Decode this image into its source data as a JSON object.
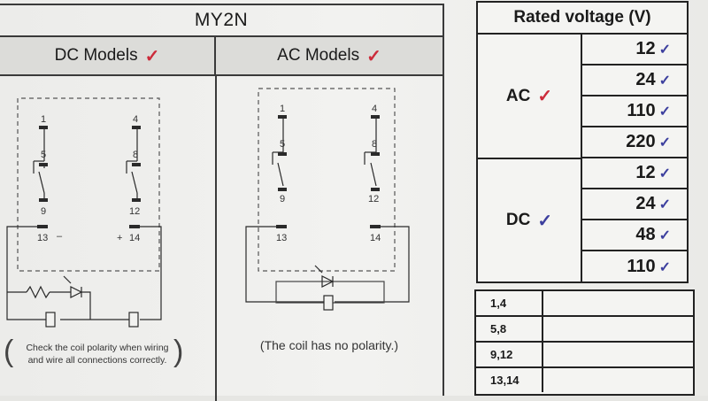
{
  "relay": {
    "title": "MY2N",
    "dc_header": "DC Models",
    "ac_header": "AC Models",
    "dc_note_line1": "Check the coil polarity when wiring",
    "dc_note_line2": "and wire all connections correctly.",
    "ac_note": "(The coil has no polarity.)",
    "dc_pins": {
      "p1": "1",
      "p4": "4",
      "p5": "5",
      "p8": "8",
      "p9": "9",
      "p12": "12",
      "p13": "13",
      "p14": "14",
      "minus": "–",
      "plus": "+"
    },
    "ac_pins": {
      "p1": "1",
      "p4": "4",
      "p5": "5",
      "p8": "8",
      "p9": "9",
      "p12": "12",
      "p13": "13",
      "p14": "14"
    }
  },
  "rated_voltage": {
    "title": "Rated voltage (V)",
    "groups": [
      {
        "label": "AC",
        "values": [
          "12",
          "24",
          "110",
          "220"
        ]
      },
      {
        "label": "DC",
        "values": [
          "12",
          "24",
          "48",
          "110"
        ]
      }
    ]
  },
  "pins": {
    "rows": [
      {
        "key": "1,4",
        "value": ""
      },
      {
        "key": "5,8",
        "value": ""
      },
      {
        "key": "9,12",
        "value": ""
      },
      {
        "key": "13,14",
        "value": ""
      }
    ]
  },
  "marks": {
    "check": "✓",
    "red": "#cc2b3a",
    "blue": "#3c3f9e"
  }
}
